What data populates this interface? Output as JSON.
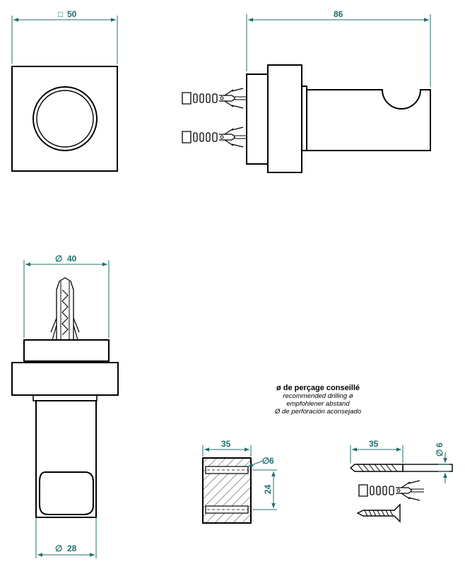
{
  "dimensions": {
    "square_size": "50",
    "overall_length": "86",
    "diameter_top": "40",
    "diameter_bottom": "28",
    "block_depth": "35",
    "hole_diameter": "6",
    "hole_spacing": "24",
    "drill_depth": "35",
    "drill_diameter": "6"
  },
  "symbols": {
    "square": "□",
    "diameter": "∅"
  },
  "drilling_note": {
    "title": "ø de perçage conseillé",
    "line_en": "recommended drilling ø",
    "line_de": "empfohlener abstand",
    "line_es": "Ø de perforación aconsejado"
  },
  "colors": {
    "dimension": "#1f6f6a",
    "outline": "#000000"
  }
}
